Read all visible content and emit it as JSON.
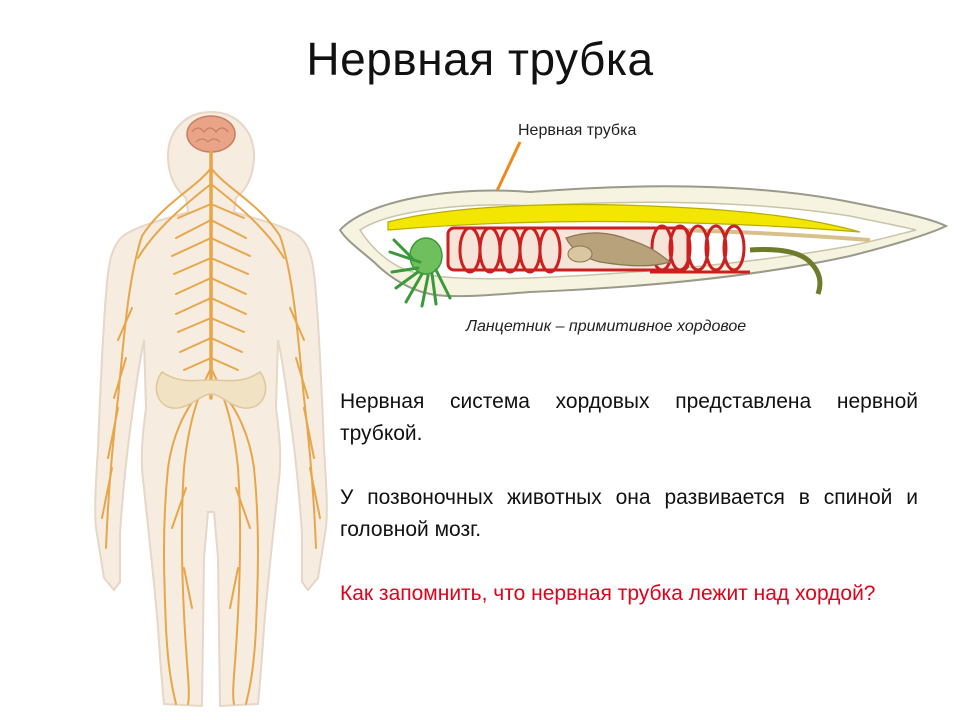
{
  "slide": {
    "title": "Нервная трубка",
    "diagram_label": "Нервная трубка",
    "caption": "Ланцетник – примитивное хордовое",
    "paragraphs": [
      "Нервная система хордовых представлена нервной трубкой.",
      "У позвоночных животных она развивается в спиной и головной мозг."
    ],
    "question": "Как запомнить, что нервная трубка лежит над хордой?"
  },
  "colors": {
    "text": "#111111",
    "question": "#e2001a",
    "nerve": "#e8a64b",
    "body_fill": "#f6ece0",
    "brain": "#e9a487",
    "neural_tube": "#f3e600",
    "blood_vessel": "#cc1f1f",
    "tentacles": "#3a9a3a"
  },
  "icons": {
    "human": "human-nervous-system-illustration",
    "lancelet": "lancelet-anatomy-illustration"
  }
}
